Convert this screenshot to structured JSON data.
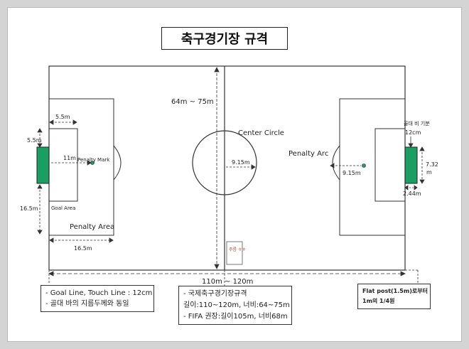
{
  "title": "축구경기장 규격",
  "labels": {
    "field_width": "64m ~ 75m",
    "center_circle": "Center Circle",
    "center_radius": "9.15m",
    "penalty_arc": "Penalty Arc",
    "penalty_mark": "Penalty Mark",
    "goal_area": "Goal Area",
    "penalty_area": "Penalty Area",
    "goal_area_width": "5.5m",
    "goal_area_depth": "5.5m",
    "penalty_mark_distance": "11m",
    "penalty_area_side": "16.5m",
    "penalty_area_depth": "16.5m",
    "arc_radius": "9.15m",
    "goal_net_caption": "골대 비 기분",
    "post_width": "12cm",
    "goal_width": "7.32 m",
    "goal_height": "2.44m",
    "field_length": "110m ~ 120m",
    "center_tag": "주름 ㅎㅎ"
  },
  "notes": {
    "left": [
      "- Goal Line, Touch Line : 12cm",
      "- 골대 바의 지름두께와 동일"
    ],
    "center": [
      "- 국제축구경기장규격",
      "길이:110~120m, 너비:64~75m",
      "- FIFA 권장:길이105m, 너비68m"
    ],
    "right": [
      "Flat post(1.5m)로부터",
      "1m의 1/4원"
    ]
  },
  "colors": {
    "goal_fill": "#1b9e62",
    "line": "#333333",
    "tag_text": "#c0392b"
  }
}
